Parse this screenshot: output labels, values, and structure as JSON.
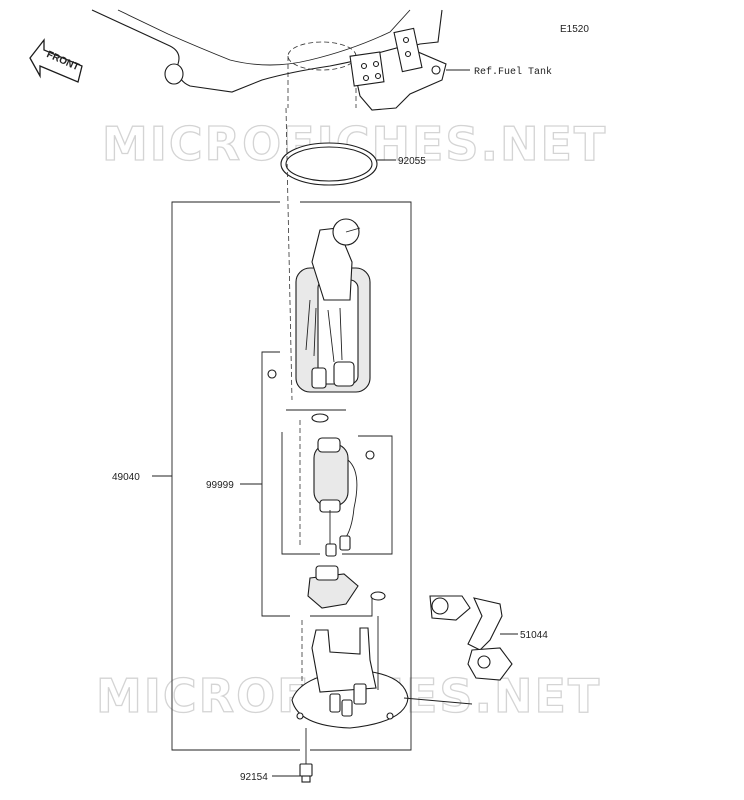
{
  "diagram_id": "E1520",
  "watermark": "MICROFICHES.NET",
  "front_marker": "FRONT",
  "labels": {
    "ref_tank": "Ref.Fuel Tank",
    "p92055": "92055",
    "p49040": "49040",
    "p99999": "99999",
    "p51044": "51044",
    "p92154": "92154"
  },
  "icons": {
    "front_arrow": "front-arrow-icon"
  }
}
